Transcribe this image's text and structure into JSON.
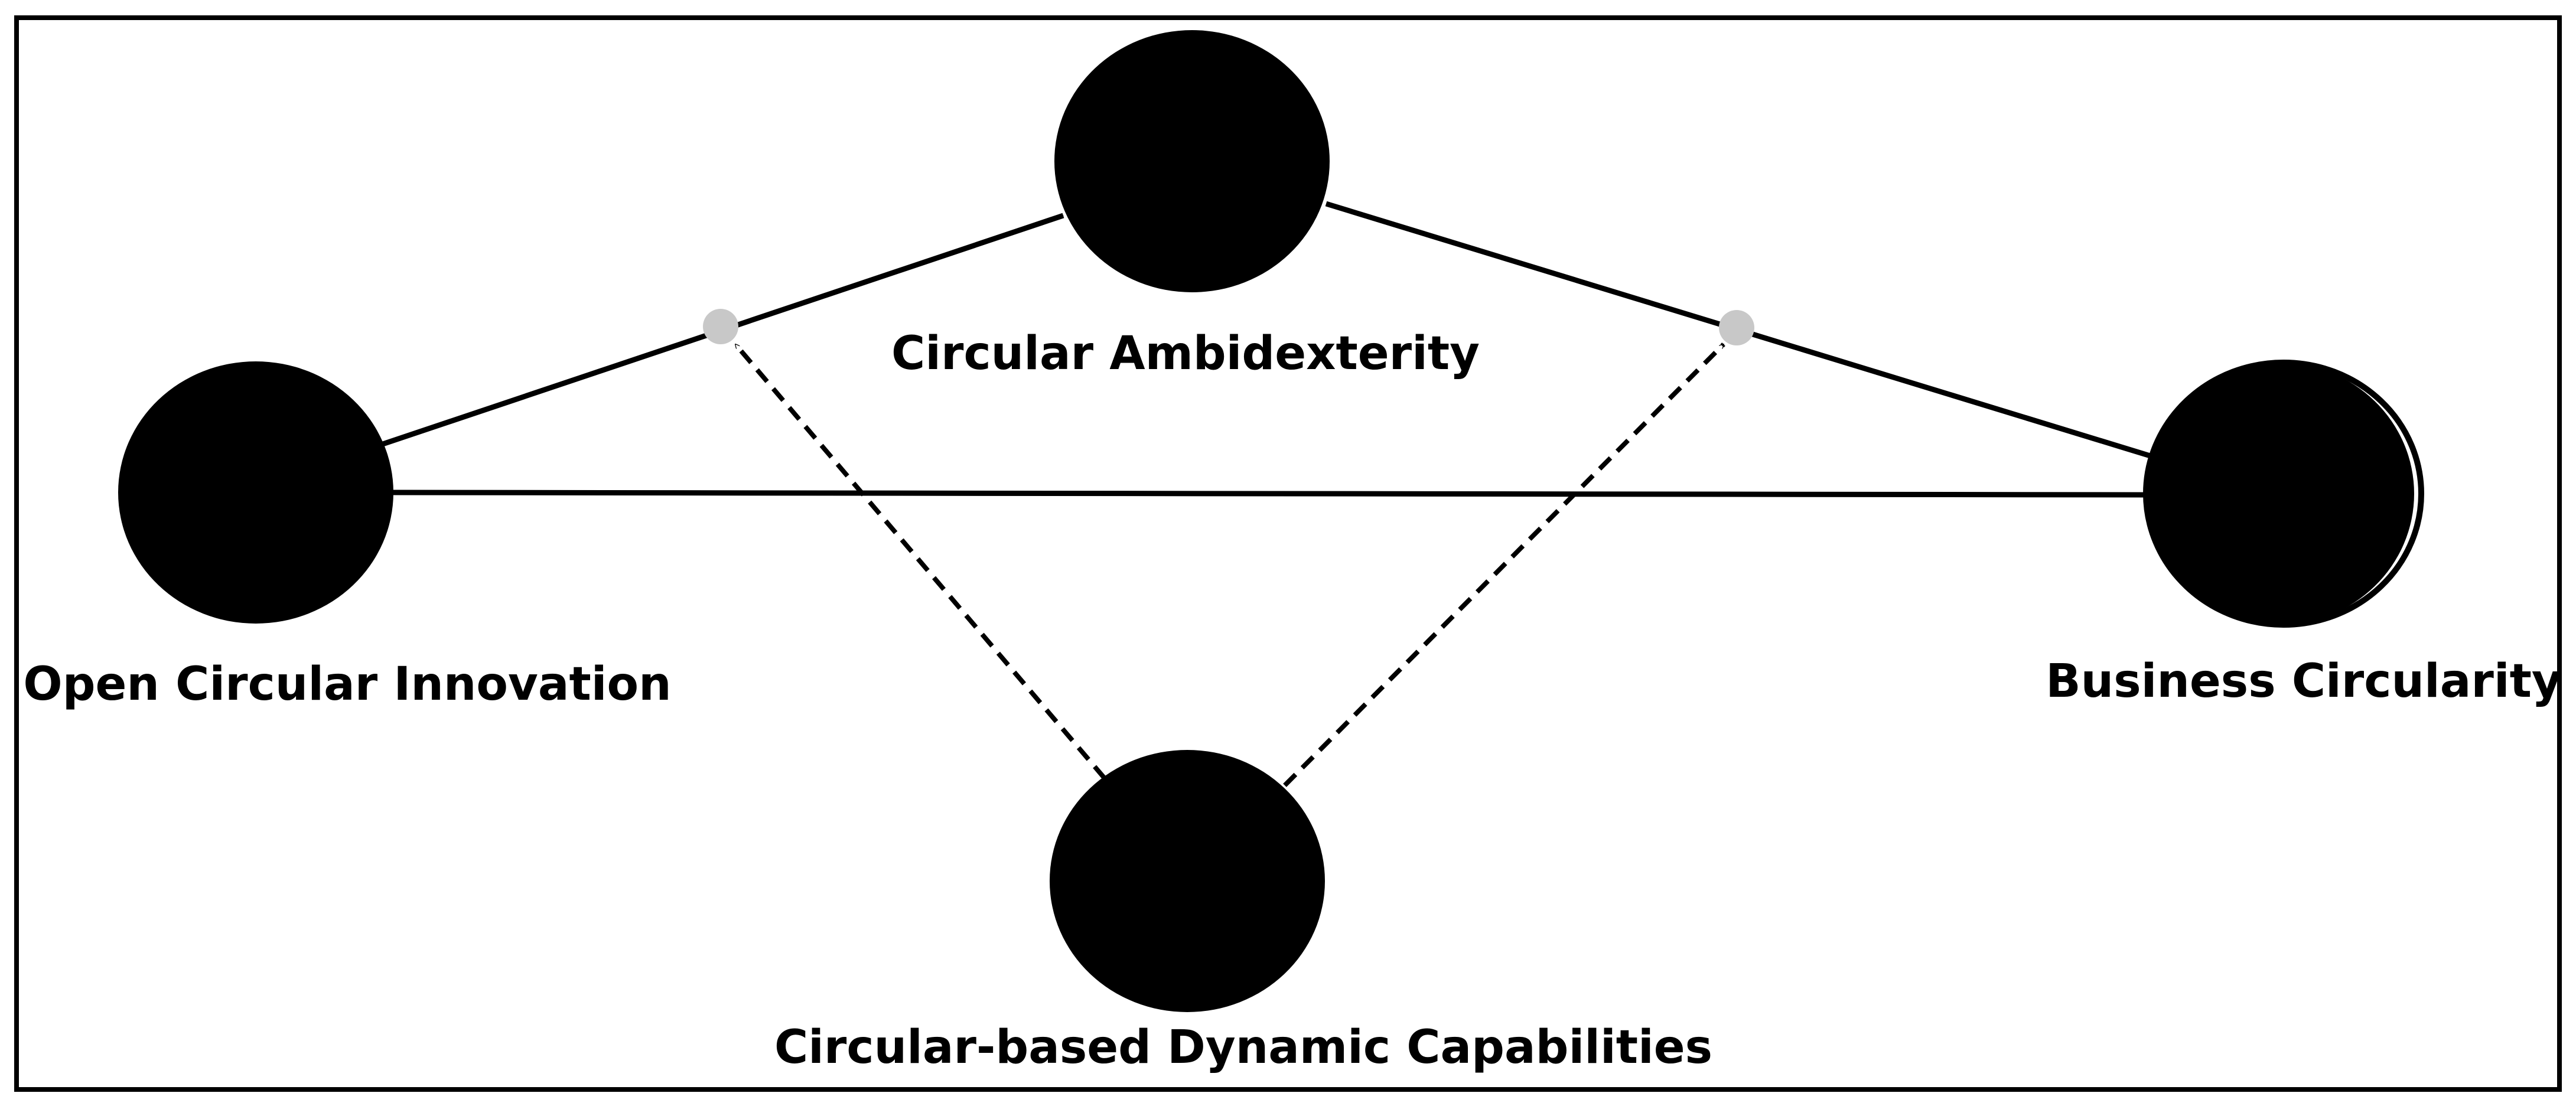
{
  "nodes": {
    "open_circular_innovation": {
      "label": "Open Circular Innovation"
    },
    "circular_ambidexterity": {
      "label": "Circular Ambidexterity"
    },
    "business_circularity": {
      "label": "Business Circularity"
    },
    "circular_based_dynamic_capabilities": {
      "label": "Circular-based Dynamic Capabilities"
    }
  },
  "edges": [
    {
      "from": "open_circular_innovation",
      "to": "circular_ambidexterity",
      "style": "solid"
    },
    {
      "from": "circular_ambidexterity",
      "to": "business_circularity",
      "style": "solid"
    },
    {
      "from": "open_circular_innovation",
      "to": "business_circularity",
      "style": "solid"
    },
    {
      "from": "circular_based_dynamic_capabilities",
      "to": "path-oci-ca",
      "style": "dashed",
      "type": "moderation"
    },
    {
      "from": "circular_based_dynamic_capabilities",
      "to": "path-ca-bc",
      "style": "dashed",
      "type": "moderation"
    }
  ],
  "colors": {
    "node_fill": "#000000",
    "edge": "#000000",
    "moderation_point": "#c8c8c8",
    "frame": "#000000",
    "background": "#ffffff"
  }
}
